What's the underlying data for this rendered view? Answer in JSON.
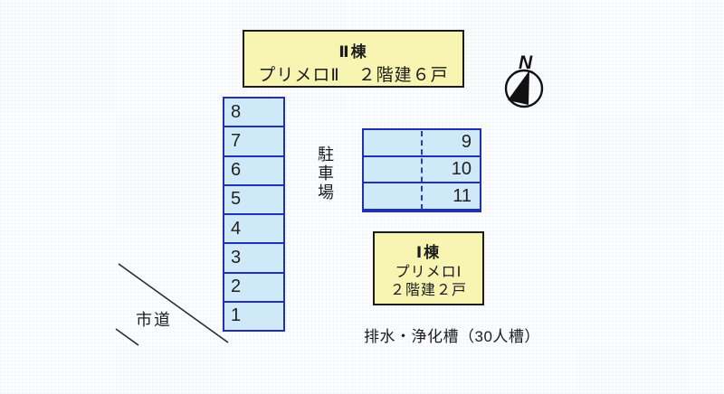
{
  "building2": {
    "title": "Ⅱ棟",
    "subtitle": "プリメロⅡ　２階建６戸"
  },
  "building1": {
    "title": "Ⅰ棟",
    "line1": "プリメロⅠ",
    "line2": "２階建２戸"
  },
  "compass": {
    "label": "N"
  },
  "parking": {
    "area_label": "駐車場",
    "column_spaces": [
      "8",
      "7",
      "6",
      "5",
      "4",
      "3",
      "2",
      "1"
    ],
    "row_spaces": [
      "9",
      "10",
      "11"
    ]
  },
  "road": {
    "label": "市道"
  },
  "notes": {
    "drainage": "排水・浄化槽（30人槽）"
  },
  "colors": {
    "stall_fill": "#cfe9f8",
    "stall_border": "#2130b2",
    "building_fill": "#f8f5b2",
    "building_border": "#1b1b1b",
    "road_line": "#2b2b2b"
  }
}
